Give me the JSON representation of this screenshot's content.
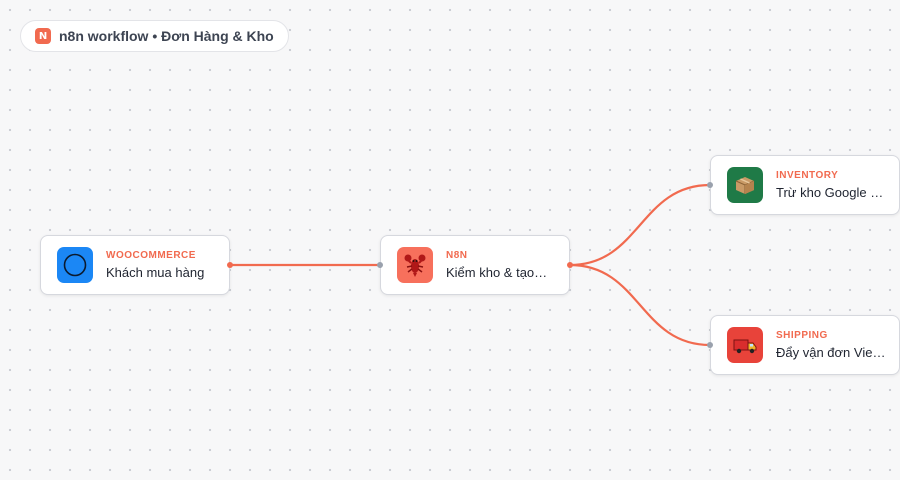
{
  "header": {
    "logo_letter": "N",
    "title": "n8n workflow • Đơn Hàng & Kho"
  },
  "colors": {
    "accent": "#f16a4f",
    "port_in": "#9aa1ad",
    "category_text": "#f16a4f",
    "woocommerce_icon_bg": "#1b87f5",
    "n8n_icon_bg": "#f7705c",
    "inventory_icon_bg": "#1f7a47",
    "shipping_icon_bg": "#e8433a"
  },
  "nodes": [
    {
      "id": "woocommerce",
      "category": "WOOCOMMERCE",
      "label": "Khách mua hàng",
      "icon": "circle-icon"
    },
    {
      "id": "n8n",
      "category": "N8N",
      "label": "Kiểm kho & tạo đơn",
      "icon": "lobster-icon"
    },
    {
      "id": "inventory",
      "category": "INVENTORY",
      "label": "Trừ kho Google Sheets",
      "icon": "package-icon"
    },
    {
      "id": "shipping",
      "category": "SHIPPING",
      "label": "Đẩy vận đơn Viettel Post",
      "icon": "truck-icon"
    }
  ],
  "connections": [
    {
      "from": "woocommerce",
      "to": "n8n"
    },
    {
      "from": "n8n",
      "to": "inventory"
    },
    {
      "from": "n8n",
      "to": "shipping"
    }
  ]
}
